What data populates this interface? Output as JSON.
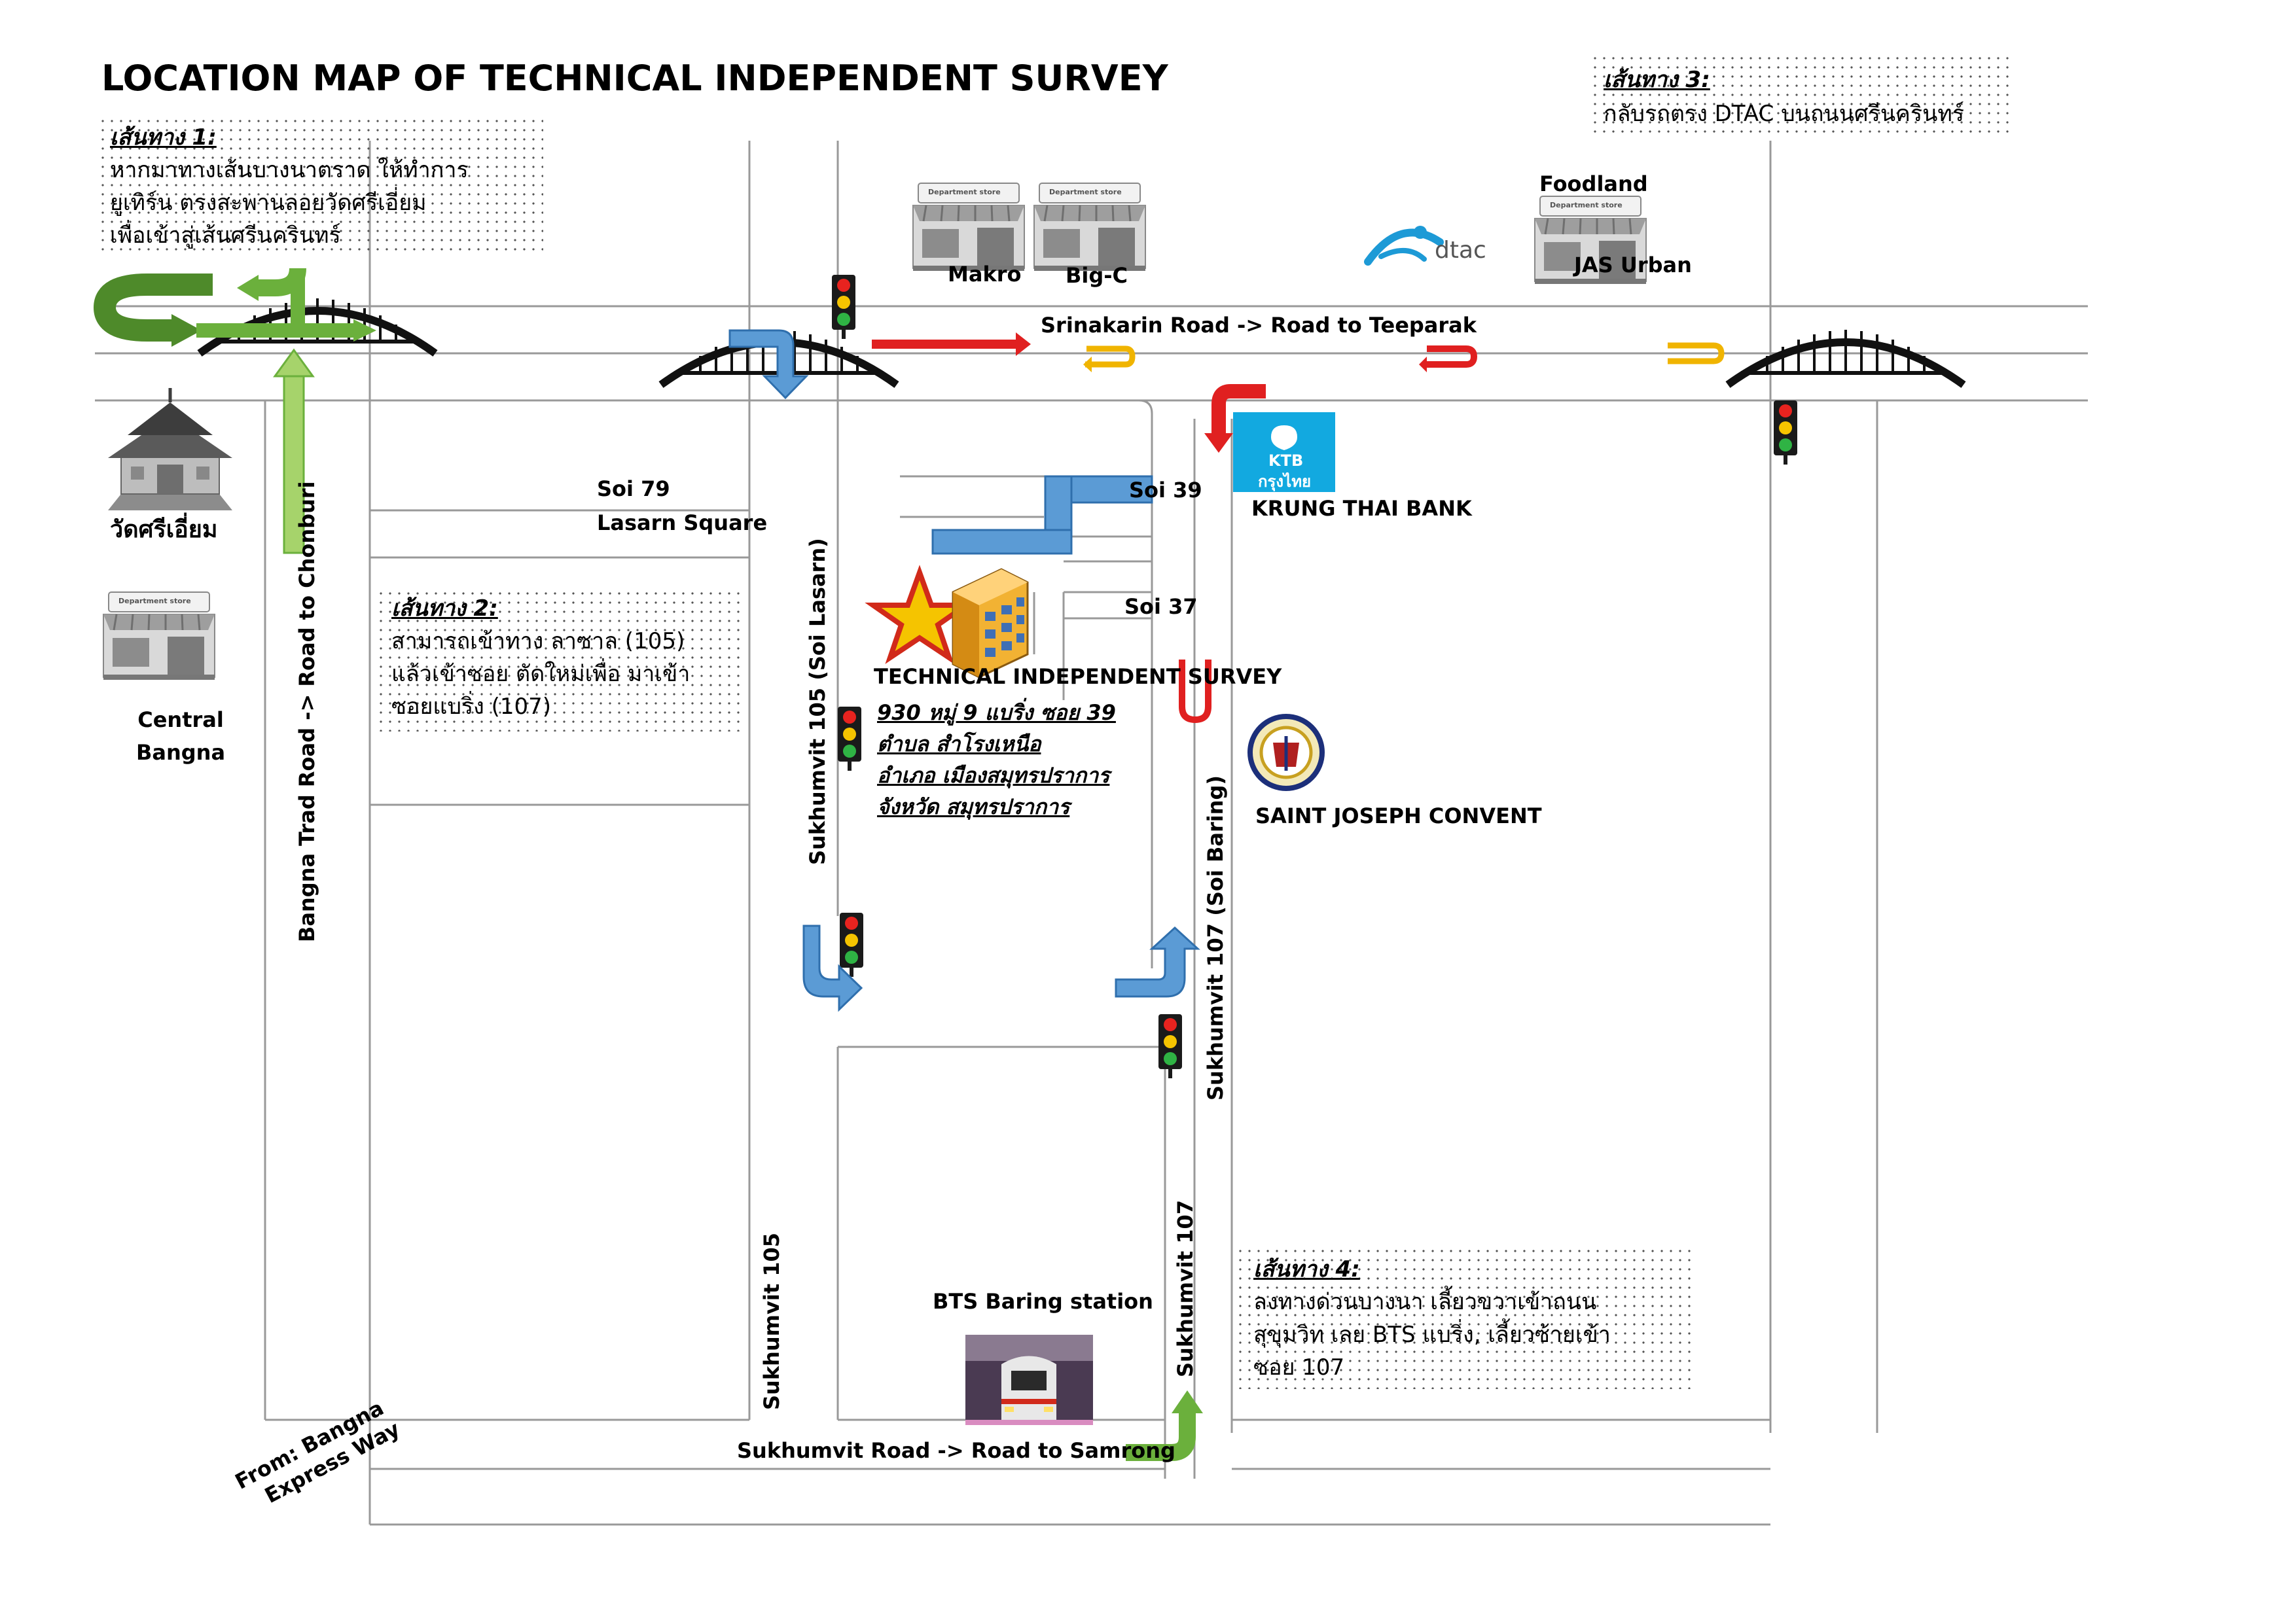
{
  "title": "LOCATION MAP OF TECHNICAL INDEPENDENT SURVEY",
  "routes": [
    {
      "heading": "เส้นทาง 1:",
      "lines": [
        "หากมาทางเส้นบางนาตราด ให้ทำการ",
        "ยูเทิร์น ตรงสะพานลอยวัดศรีเอี่ยม",
        "เพื่อเข้าสู่เส้นศรีนครินทร์"
      ]
    },
    {
      "heading": "เส้นทาง 2:",
      "lines": [
        "สามารถเข้าทาง ลาซาล (105)",
        "แล้วเข้าซอย ตัดใหม่เพื่อ มาเข้า",
        "ซอยแบริ่ง (107)"
      ]
    },
    {
      "heading": "เส้นทาง 3:",
      "lines": [
        "กลับรถตรง DTAC บนถนนศรีนครินทร์"
      ]
    },
    {
      "heading": "เส้นทาง 4:",
      "lines": [
        "ลงทางด่วนบางนา เลี้ยวขวาเข้าถนน",
        "สุขุมวิท เลย BTS แบริ่ง, เลี้ยวซ้ายเข้า",
        "ซอย 107"
      ]
    }
  ],
  "roads": {
    "srinakarin": "Srinakarin Road -> Road to Teeparak",
    "bangna_trad": "Bangna Trad Road -> Road to Chonburi",
    "sukhumvit_105_soi": "Sukhumvit 105 (Soi Lasarn)",
    "sukhumvit_107_soi": "Sukhumvit 107 (Soi Baring)",
    "sukhumvit_105": "Sukhumvit 105",
    "sukhumvit_107": "Sukhumvit 107",
    "sukhumvit_road": "Sukhumvit Road -> Road to Samrong",
    "soi_79": "Soi 79",
    "lasarn_square": "Lasarn Square",
    "soi_39": "Soi 39",
    "soi_37": "Soi 37",
    "expressway_line1": "From: Bangna",
    "expressway_line2": "Express Way"
  },
  "places": {
    "makro": "Makro",
    "bigc": "Big-C",
    "foodland": "Foodland",
    "jas_urban": "JAS Urban",
    "dtac": "dtac",
    "ktb_logo_top": "KTB",
    "ktb_logo_bottom": "กรุงไทย",
    "krung_thai": "KRUNG THAI BANK",
    "wat": "วัดศรีเอี่ยม",
    "central_line1": "Central",
    "central_line2": "Bangna",
    "convent": "SAINT JOSEPH CONVENT",
    "bts": "BTS Baring station",
    "store_sign": "Department store",
    "company": "TECHNICAL INDEPENDENT SURVEY"
  },
  "address": [
    "930 หมู่ 9 แบริ่ง ซอย 39",
    "ตำบล สำโรงเหนือ",
    "อำเภอ เมืองสมุทรปราการ",
    "จังหวัด สมุทรปราการ"
  ],
  "colors": {
    "route1_green": "#6bb03c",
    "route1_dark_green": "#4e8a2a",
    "route2_blue": "#5b9bd5",
    "route2_dark_blue": "#2f6fad",
    "red_arrow": "#e02020",
    "yellow_uturn": "#f0b400",
    "ktb_blue": "#12a9e0",
    "dtac_blue": "#1d9ad6"
  },
  "icons": [
    "bridge-icon",
    "traffic-light-icon",
    "department-store-icon",
    "temple-icon",
    "building-icon",
    "star-icon",
    "ktb-logo-icon",
    "dtac-logo-icon",
    "convent-seal-icon",
    "bts-train-icon"
  ]
}
